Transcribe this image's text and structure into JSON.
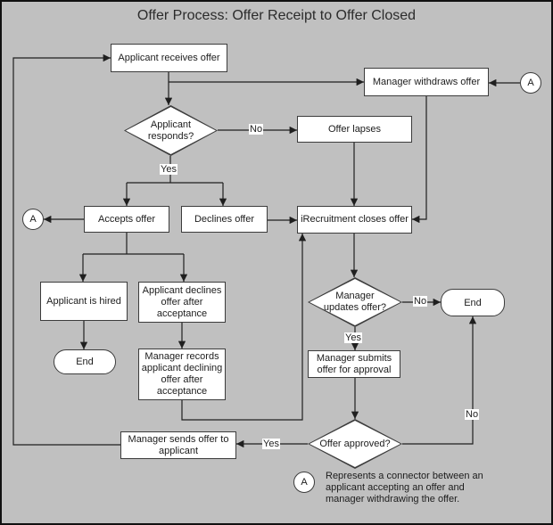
{
  "title": "Offer Process: Offer Receipt to Offer Closed",
  "nodes": {
    "applicant_receives_offer": "Applicant receives offer",
    "manager_withdraws_offer": "Manager withdraws offer",
    "applicant_responds": "Applicant responds?",
    "offer_lapses": "Offer lapses",
    "accepts_offer": "Accepts offer",
    "declines_offer": "Declines offer",
    "irecruitment_closes_offer": "iRecruitment closes offer",
    "applicant_is_hired": "Applicant is hired",
    "applicant_declines_after_acceptance": "Applicant declines offer after acceptance",
    "manager_records_declining": "Manager records applicant declining offer after acceptance",
    "manager_updates_offer": "Manager updates offer?",
    "manager_submits_offer": "Manager submits offer for approval",
    "offer_approved": "Offer approved?",
    "manager_sends_offer": "Manager sends offer to applicant",
    "end_left": "End",
    "end_right": "End",
    "connector_label": "A"
  },
  "edge_labels": {
    "yes": "Yes",
    "no": "No"
  },
  "legend": {
    "symbol": "A",
    "lines": [
      "Represents a connector between an",
      "applicant accepting an offer and",
      "manager withdrawing the offer."
    ]
  },
  "colors": {
    "background": "#c0c0c0",
    "node_fill": "#ffffff",
    "node_border": "#3c3c3c",
    "line": "#1f1f1f",
    "frame": "#111111"
  }
}
